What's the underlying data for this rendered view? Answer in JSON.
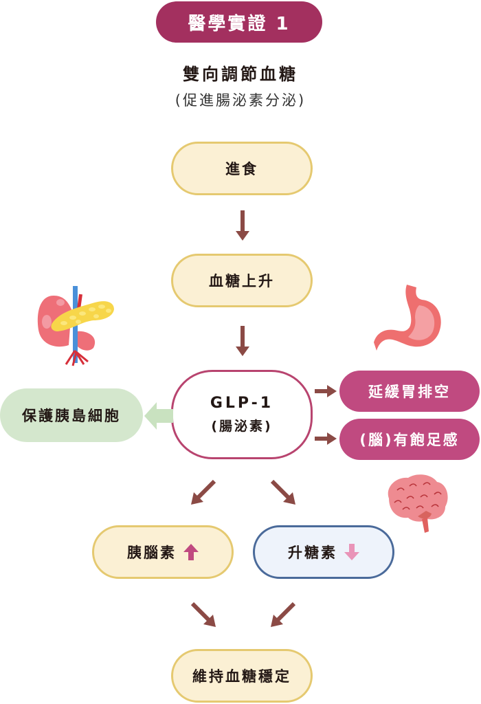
{
  "header": {
    "badge": "醫學實證 1",
    "title": "雙向調節血糖",
    "subtitle": "(促進腸泌素分泌)"
  },
  "flow": {
    "eat": "進食",
    "glucose_rise": "血糖上升",
    "glp1_title": "GLP-1",
    "glp1_sub": "(腸泌素)",
    "protect": "保護胰島細胞",
    "delay_gastric": "延緩胃排空",
    "satiety": "(腦)有飽足感",
    "insulin": "胰腦素",
    "glucagon": "升糖素",
    "stable": "維持血糖穩定"
  },
  "indicators": {
    "insulin_direction": "up",
    "glucagon_direction": "down"
  },
  "illustrations": [
    "pancreas",
    "stomach",
    "brain"
  ],
  "colors": {
    "badge": "#a3305f",
    "arrow": "#8b4a45",
    "yellow_fill": "#fbf0d4",
    "yellow_border": "#e5c970",
    "blue_border": "#4a6a9a",
    "green_fill": "#d4e7cd",
    "magenta": "#c04a80",
    "up_arrow": "#c04a80",
    "down_arrow": "#e994b8"
  }
}
